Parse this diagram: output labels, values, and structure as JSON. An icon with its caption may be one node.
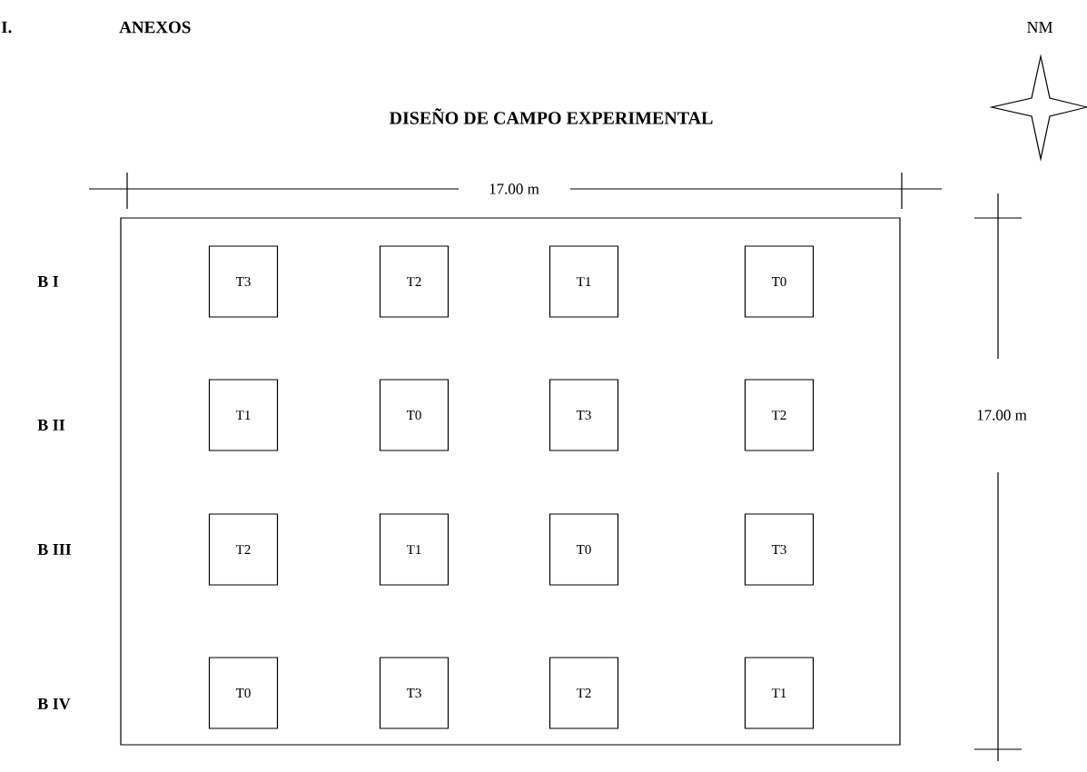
{
  "diagram": {
    "title": "DISEÑO DE CAMPO EXPERIMENTAL",
    "nodes": [
      {
        "text": [],
        "shape": "box"
      },
      {
        "text": [
          "T3"
        ],
        "in": 0
      },
      {
        "text": [
          "T2"
        ],
        "in": 0
      },
      {
        "text": [
          "T1"
        ],
        "in": 0
      },
      {
        "text": [
          "T0"
        ],
        "in": 0
      },
      {
        "text": [
          "T1"
        ],
        "in": 0
      },
      {
        "text": [
          "T0"
        ],
        "in": 0
      },
      {
        "text": [
          "T3"
        ],
        "in": 0
      },
      {
        "text": [
          "T2"
        ],
        "in": 0
      },
      {
        "text": [
          "T2"
        ],
        "in": 0
      },
      {
        "text": [
          "T1"
        ],
        "in": 0
      },
      {
        "text": [
          "T0"
        ],
        "in": 0
      },
      {
        "text": [
          "T3"
        ],
        "in": 0
      },
      {
        "text": [
          "T0"
        ],
        "in": 0
      },
      {
        "text": [
          "T3"
        ],
        "in": 0
      },
      {
        "text": [
          "T2"
        ],
        "in": 0
      },
      {
        "text": [
          "T1"
        ],
        "in": 0
      }
    ],
    "labels": [
      "I.",
      "ANEXOS",
      "NM",
      "17.00 m",
      "B I",
      "B II",
      "17.00 m",
      "B III",
      "B IV"
    ]
  }
}
